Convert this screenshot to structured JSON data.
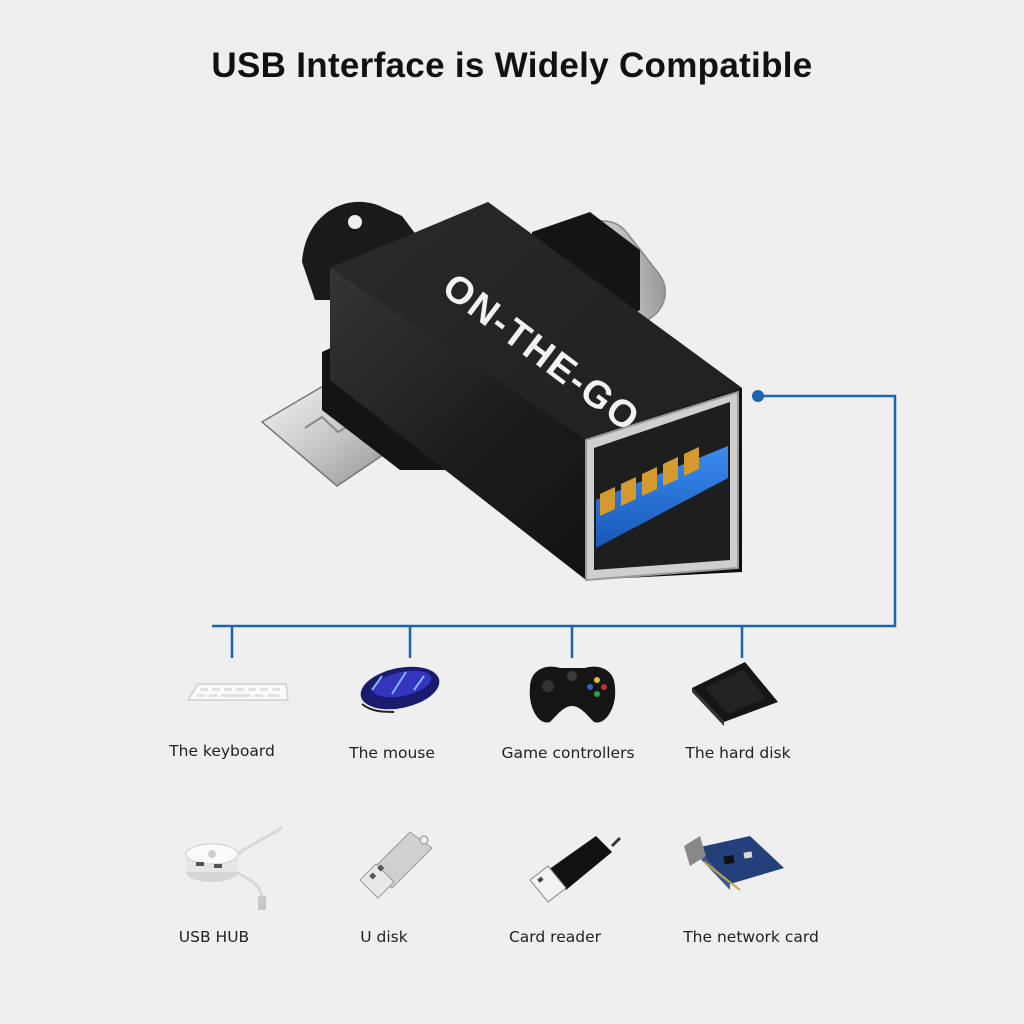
{
  "title": "USB Interface is Widely Compatible",
  "adapter_text": "ON-THE-GO",
  "devices": [
    {
      "label": "The keyboard",
      "icon": "keyboard-icon"
    },
    {
      "label": "The mouse",
      "icon": "mouse-icon"
    },
    {
      "label": "Game controllers",
      "icon": "game-controller-icon"
    },
    {
      "label": "The hard disk",
      "icon": "hard-disk-icon"
    },
    {
      "label": "USB HUB",
      "icon": "usb-hub-icon"
    },
    {
      "label": "U disk",
      "icon": "u-disk-icon"
    },
    {
      "label": "Card reader",
      "icon": "card-reader-icon"
    },
    {
      "label": "The network card",
      "icon": "network-card-icon"
    }
  ],
  "colors": {
    "connector_line": "#1b63b3",
    "background": "#efefef",
    "usb_port_blue": "#1e74d6",
    "adapter_body": "#1c1c1c"
  }
}
